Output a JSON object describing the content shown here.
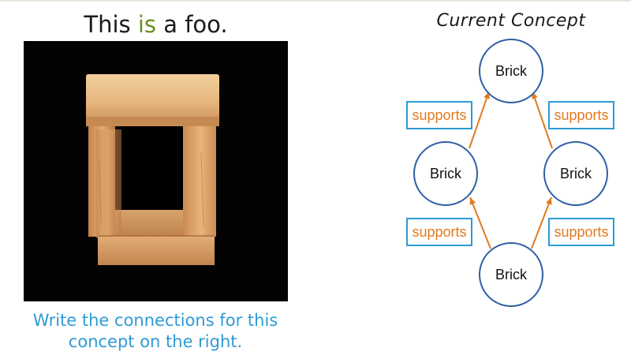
{
  "left_panel": {
    "title_before": "This ",
    "title_highlight": "is",
    "title_after": " a foo.",
    "instruction_line1": "Write the connections for this",
    "instruction_line2": "concept on the right."
  },
  "diagram": {
    "title": "Current Concept",
    "nodes": {
      "top": "Brick",
      "left": "Brick",
      "right": "Brick",
      "bottom": "Brick"
    },
    "edge_labels": {
      "left_upper": "supports",
      "right_upper": "supports",
      "left_lower": "supports",
      "right_lower": "supports"
    },
    "colors": {
      "node_stroke": "#2f5fa7",
      "arrow": "#e07a1f",
      "label_box": "#2e9bd6",
      "label_text": "#e07a1f",
      "title_highlight": "#6b8e23",
      "instruction": "#2e9bd6"
    }
  }
}
